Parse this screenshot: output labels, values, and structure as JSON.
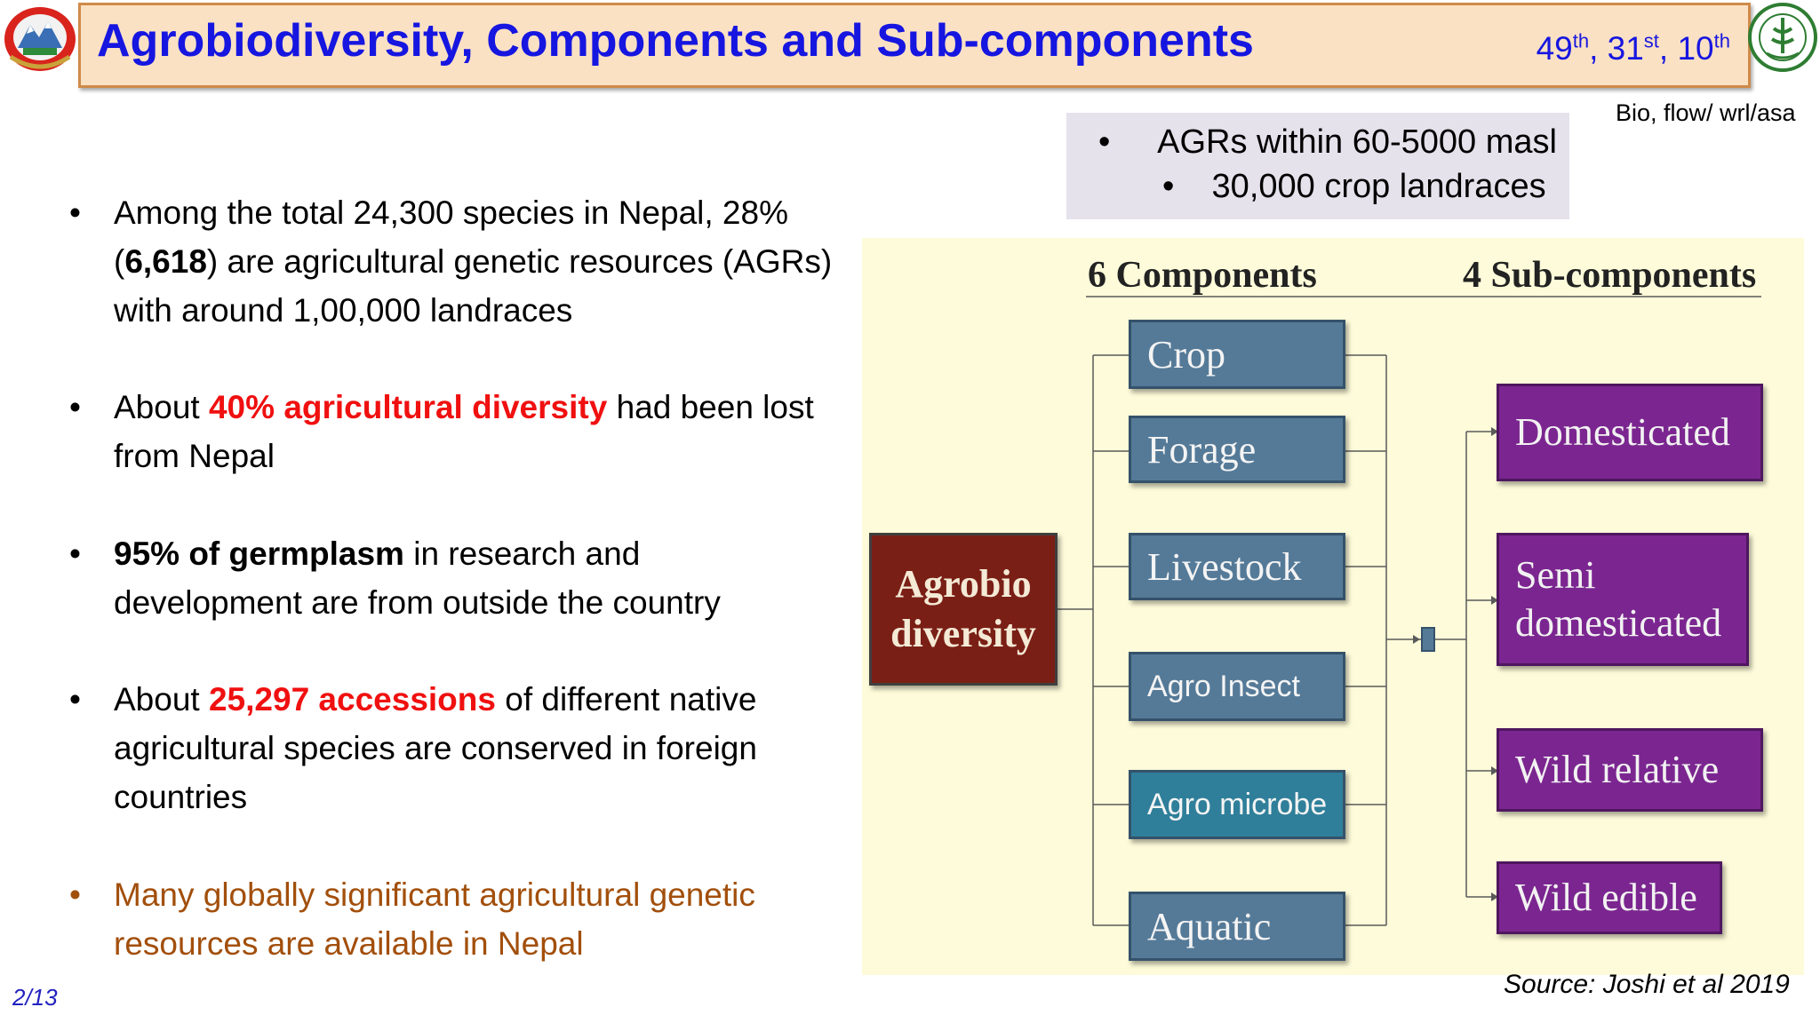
{
  "header": {
    "title": "Agrobiodiversity, Components and Sub-components",
    "dates": [
      {
        "num": "49",
        "sup": "th"
      },
      {
        "num": "31",
        "sup": "st"
      },
      {
        "num": "10",
        "sup": "th"
      }
    ]
  },
  "top_right_note": "Bio, flow/ wrl/asa",
  "info_box": {
    "line1": "AGRs within 60-5000 masl",
    "line2": "30,000 crop landraces"
  },
  "bullets": [
    {
      "parts": [
        {
          "text": "Among the total 24,300 species in Nepal, 28% (",
          "style": "normal"
        },
        {
          "text": "6,618",
          "style": "bold"
        },
        {
          "text": ") are agricultural genetic resources (AGRs) with around 1,00,000 landraces",
          "style": "normal"
        }
      ]
    },
    {
      "parts": [
        {
          "text": "About ",
          "style": "normal"
        },
        {
          "text": "40% agricultural diversity",
          "style": "red"
        },
        {
          "text": " had been lost from Nepal",
          "style": "normal"
        }
      ]
    },
    {
      "parts": [
        {
          "text": "95% of germplasm",
          "style": "bold"
        },
        {
          "text": " in research and development are from outside the country",
          "style": "normal"
        }
      ]
    },
    {
      "parts": [
        {
          "text": "About ",
          "style": "normal"
        },
        {
          "text": "25,297 accessions",
          "style": "red"
        },
        {
          "text": " of different native agricultural species are conserved in foreign countries",
          "style": "normal"
        }
      ]
    },
    {
      "parts": [
        {
          "text": "Many globally significant agricultural genetic resources are available in Nepal",
          "style": "brown"
        }
      ]
    }
  ],
  "diagram": {
    "components_header": "6 Components",
    "subcomponents_header": "4 Sub-components",
    "root_line1": "Agrobio",
    "root_line2": "diversity",
    "components": [
      "Crop",
      "Forage",
      "Livestock",
      "Agro Insect",
      "Agro microbe",
      "Aquatic"
    ],
    "subcomponents": [
      "Domesticated",
      "Semi",
      "domesticated",
      "Wild relative",
      "Wild edible"
    ]
  },
  "source": "Source: Joshi et al 2019",
  "page_number": "2/13",
  "colors": {
    "title_blue": "#1616e0",
    "highlight_red": "#f01010",
    "brown_text": "#a24f0b",
    "component_fill": "#557a98",
    "subcomponent_fill": "#7b2690",
    "root_fill": "#7a1f16"
  }
}
